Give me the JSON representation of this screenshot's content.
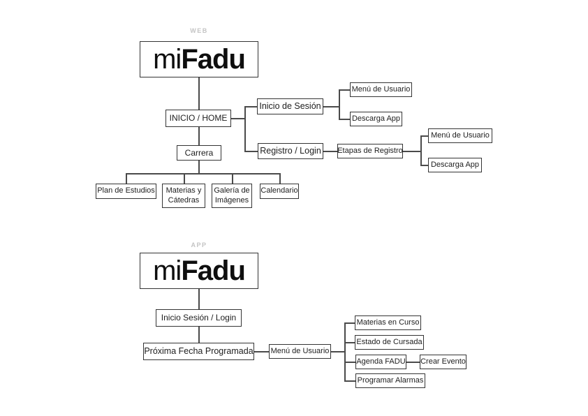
{
  "web": {
    "section_label": "WEB",
    "logo_prefix": "mi",
    "logo_bold": "Fadu",
    "inicio_home": "INICIO / HOME",
    "inicio_sesion": "Inicio de Sesión",
    "menu_usuario_1": "Menú de Usuario",
    "descarga_app_1": "Descarga App",
    "registro_login": "Registro / Login",
    "etapas_registro": "Etapas de Registro",
    "menu_usuario_2": "Menú de Usuario",
    "descarga_app_2": "Descarga App",
    "carrera": "Carrera",
    "plan_estudios": "Plan de Estudios",
    "materias_catedras": "Materias y Cátedras",
    "galeria_imagenes": "Galería de Imágenes",
    "calendario": "Calendario"
  },
  "app": {
    "section_label": "APP",
    "logo_prefix": "mi",
    "logo_bold": "Fadu",
    "inicio_sesion_login": "Inicio Sesión / Login",
    "proxima_fecha": "Próxima Fecha Programada",
    "menu_usuario": "Menú de Usuario",
    "materias_curso": "Materias en Curso",
    "estado_cursada": "Estado de Cursada",
    "agenda_fadu": "Agenda FADU",
    "crear_evento": "Crear Evento",
    "programar_alarmas": "Programar Alarmas"
  },
  "colors": {
    "box_border": "#343434",
    "connector": "#4a4a4a",
    "section_label": "#c4c4c4",
    "text": "#1d1d1d",
    "background": "#ffffff"
  }
}
